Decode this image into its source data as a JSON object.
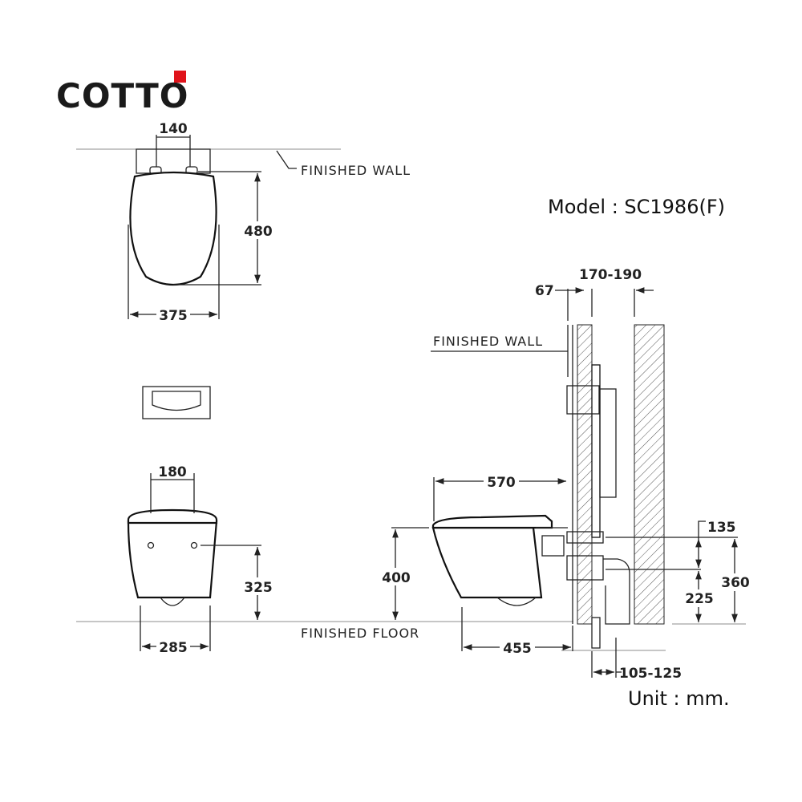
{
  "brand": {
    "name": "COTTO",
    "accent_color": "#e0131b"
  },
  "model_label": "Model : SC1986(F)",
  "unit_label": "Unit : mm.",
  "labels": {
    "finished_wall": "FINISHED WALL",
    "finished_floor": "FINISHED FLOOR"
  },
  "top_view": {
    "hinge_spacing": "140",
    "depth": "480",
    "width": "375"
  },
  "front_view": {
    "hole_spacing": "180",
    "hole_height": "325",
    "base_width": "285"
  },
  "side_view": {
    "finished_wall_thickness": "67",
    "frame_depth": "170-190",
    "length": "570",
    "rim_height": "400",
    "base_length": "455",
    "inlet_height": "360",
    "outlet_height": "225",
    "inlet_offset": "135",
    "outlet_offset": "105-125"
  }
}
